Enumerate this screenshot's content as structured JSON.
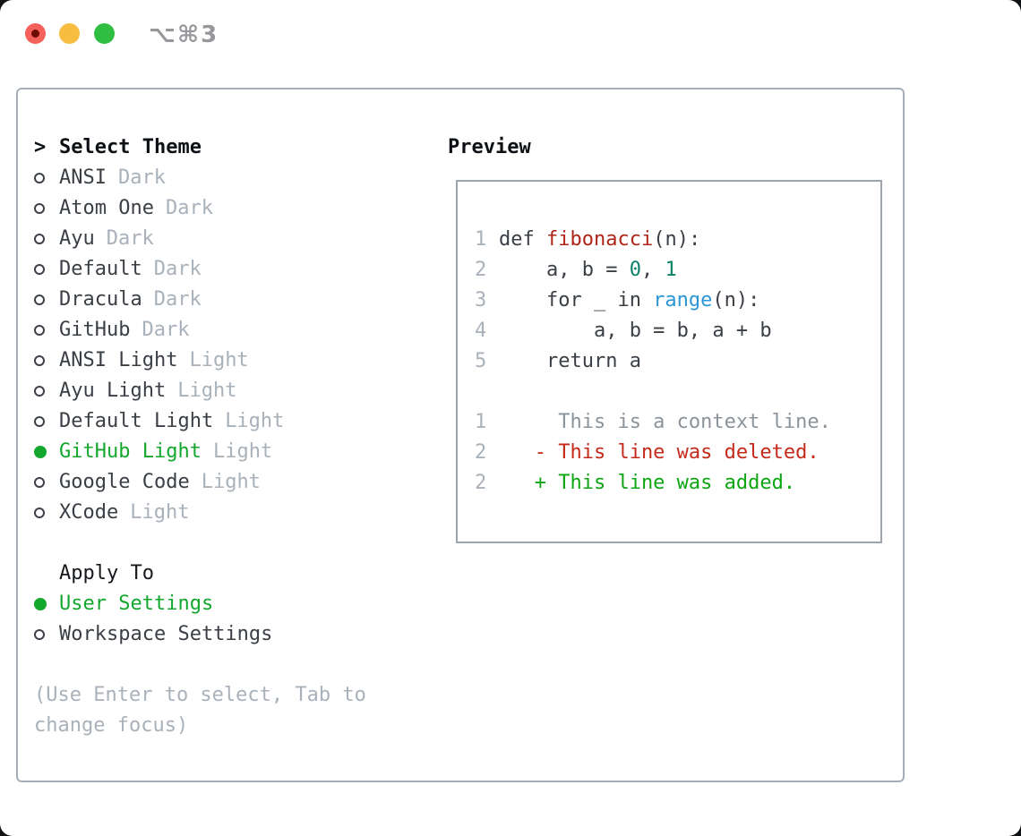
{
  "titlebar": {
    "title": "⌥⌘3"
  },
  "colors": {
    "text": "#3a3f45",
    "heading": "#0d1014",
    "muted": "#a9b1bb",
    "accent_green": "#13a72d",
    "marker_ring": "#3c4147",
    "function_red": "#b0251a",
    "number_teal": "#0c7f6b",
    "builtin_blue": "#2c95d6",
    "diff_context": "#8b939b",
    "diff_deleted": "#c52a1a",
    "diff_added": "#0ea512",
    "traffic_red": "#f4615a",
    "traffic_yellow": "#f6bd40",
    "traffic_green": "#2fbe41"
  },
  "theme_panel": {
    "prompt": ">",
    "header": "Select Theme",
    "items": [
      {
        "name": "ANSI",
        "tag": "Dark",
        "selected": false
      },
      {
        "name": "Atom One",
        "tag": "Dark",
        "selected": false
      },
      {
        "name": "Ayu",
        "tag": "Dark",
        "selected": false
      },
      {
        "name": "Default",
        "tag": "Dark",
        "selected": false
      },
      {
        "name": "Dracula",
        "tag": "Dark",
        "selected": false
      },
      {
        "name": "GitHub",
        "tag": "Dark",
        "selected": false
      },
      {
        "name": "ANSI Light",
        "tag": "Light",
        "selected": false
      },
      {
        "name": "Ayu Light",
        "tag": "Light",
        "selected": false
      },
      {
        "name": "Default Light",
        "tag": "Light",
        "selected": false
      },
      {
        "name": "GitHub Light",
        "tag": "Light",
        "selected": true
      },
      {
        "name": "Google Code",
        "tag": "Light",
        "selected": false
      },
      {
        "name": "XCode",
        "tag": "Light",
        "selected": false
      }
    ],
    "apply_to": {
      "header": "Apply To",
      "options": [
        {
          "label": "User Settings",
          "selected": true
        },
        {
          "label": "Workspace Settings",
          "selected": false
        }
      ]
    },
    "help": "(Use Enter to select, Tab to change focus)"
  },
  "preview_panel": {
    "header": "Preview",
    "lines": [
      {
        "num": "1",
        "segments": [
          {
            "t": "def ",
            "c": "text"
          },
          {
            "t": "fibonacci",
            "c": "function"
          },
          {
            "t": "(n):",
            "c": "text"
          }
        ]
      },
      {
        "num": "2",
        "segments": [
          {
            "t": "    a, b = ",
            "c": "text"
          },
          {
            "t": "0",
            "c": "number"
          },
          {
            "t": ", ",
            "c": "text"
          },
          {
            "t": "1",
            "c": "number"
          }
        ]
      },
      {
        "num": "3",
        "segments": [
          {
            "t": "    for _ in ",
            "c": "text"
          },
          {
            "t": "range",
            "c": "builtin"
          },
          {
            "t": "(n):",
            "c": "text"
          }
        ]
      },
      {
        "num": "4",
        "segments": [
          {
            "t": "        a, b = b, a + b",
            "c": "text"
          }
        ]
      },
      {
        "num": "5",
        "segments": [
          {
            "t": "    return a",
            "c": "text"
          }
        ]
      },
      {
        "num": "",
        "segments": []
      },
      {
        "num": "1",
        "segments": [
          {
            "t": "     This is a context line.",
            "c": "diff_context"
          }
        ]
      },
      {
        "num": "2",
        "segments": [
          {
            "t": "   - This line was deleted.",
            "c": "diff_deleted"
          }
        ]
      },
      {
        "num": "2",
        "segments": [
          {
            "t": "   + This line was added.",
            "c": "diff_added"
          }
        ]
      }
    ]
  }
}
